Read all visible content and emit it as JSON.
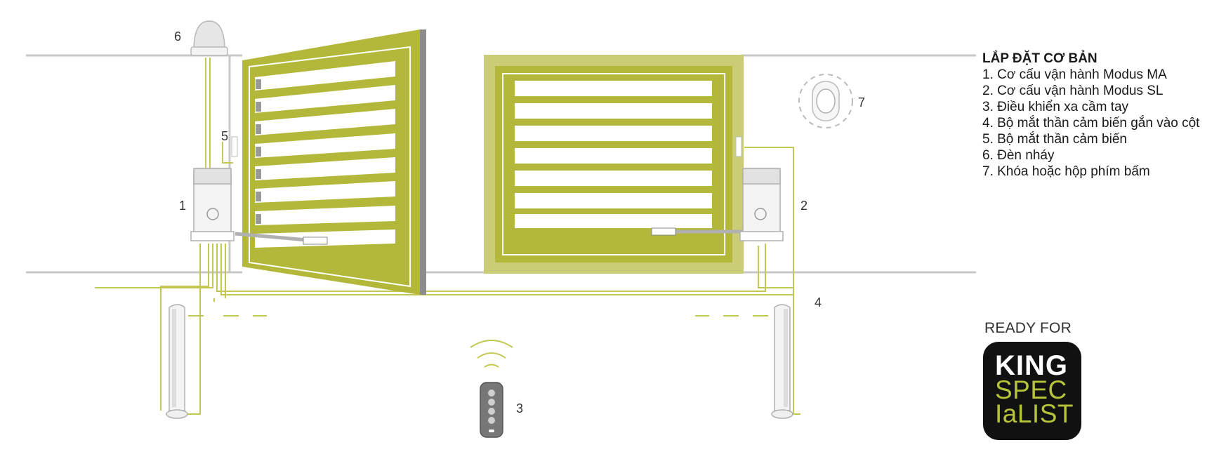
{
  "legend": {
    "title": "LẮP ĐẶT CƠ BẢN",
    "items": [
      "1. Cơ cấu vận hành Modus MA",
      "2. Cơ cấu vận hành Modus SL",
      "3. Điều khiển xa cầm tay",
      "4. Bộ mắt thần cảm biến gắn vào cột",
      "5. Bộ mắt thần cảm biến",
      "6. Đèn nháy",
      "7. Khóa hoặc hộp phím bấm"
    ]
  },
  "callouts": [
    "1",
    "2",
    "3",
    "4",
    "5",
    "6",
    "7"
  ],
  "badge": {
    "caption": "READY FOR",
    "line1": "KING",
    "line2": "SPEC",
    "line3": "IaLIST"
  },
  "colors": {
    "gate_green": "#b3b83a",
    "gate_light": "#cbcd76",
    "line_grey": "#c8c8c8",
    "wire": "#c3c852",
    "badge_bg": "#111111",
    "badge_accent": "#b6c43a"
  }
}
